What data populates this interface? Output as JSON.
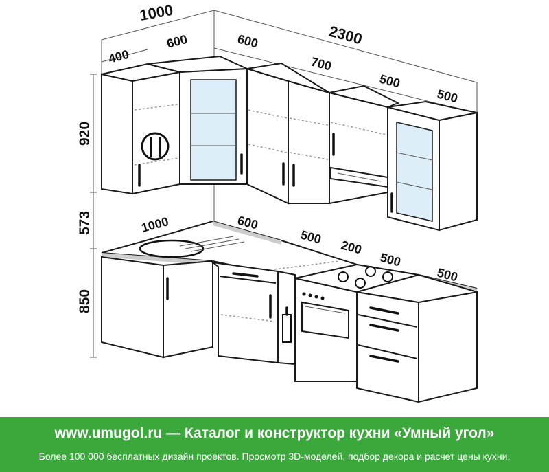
{
  "dimensions": {
    "top_total_left": "1000",
    "top_total_right": "2300",
    "top_segment_1": "400",
    "top_segment_2": "600",
    "top_segment_3": "600",
    "top_segment_4": "700",
    "top_segment_5": "500",
    "top_segment_6": "500",
    "height_upper": "920",
    "height_gap": "573",
    "height_base": "850",
    "base_segment_1": "1000",
    "base_segment_2": "600",
    "base_segment_3": "500",
    "base_segment_4": "200",
    "base_segment_5": "500",
    "base_segment_6": "500"
  },
  "footer": {
    "line1": "www.umugol.ru  —  Каталог и конструктор кухни «Умный угол»",
    "line2": "Более 100 000 бесплатных дизайн проектов. Просмотр 3D-моделей, подбор декора и расчет цены кухни."
  },
  "colors": {
    "footer_bg": "#3aa83a",
    "footer_text": "#ffffff",
    "glass": "#ddeef8"
  }
}
